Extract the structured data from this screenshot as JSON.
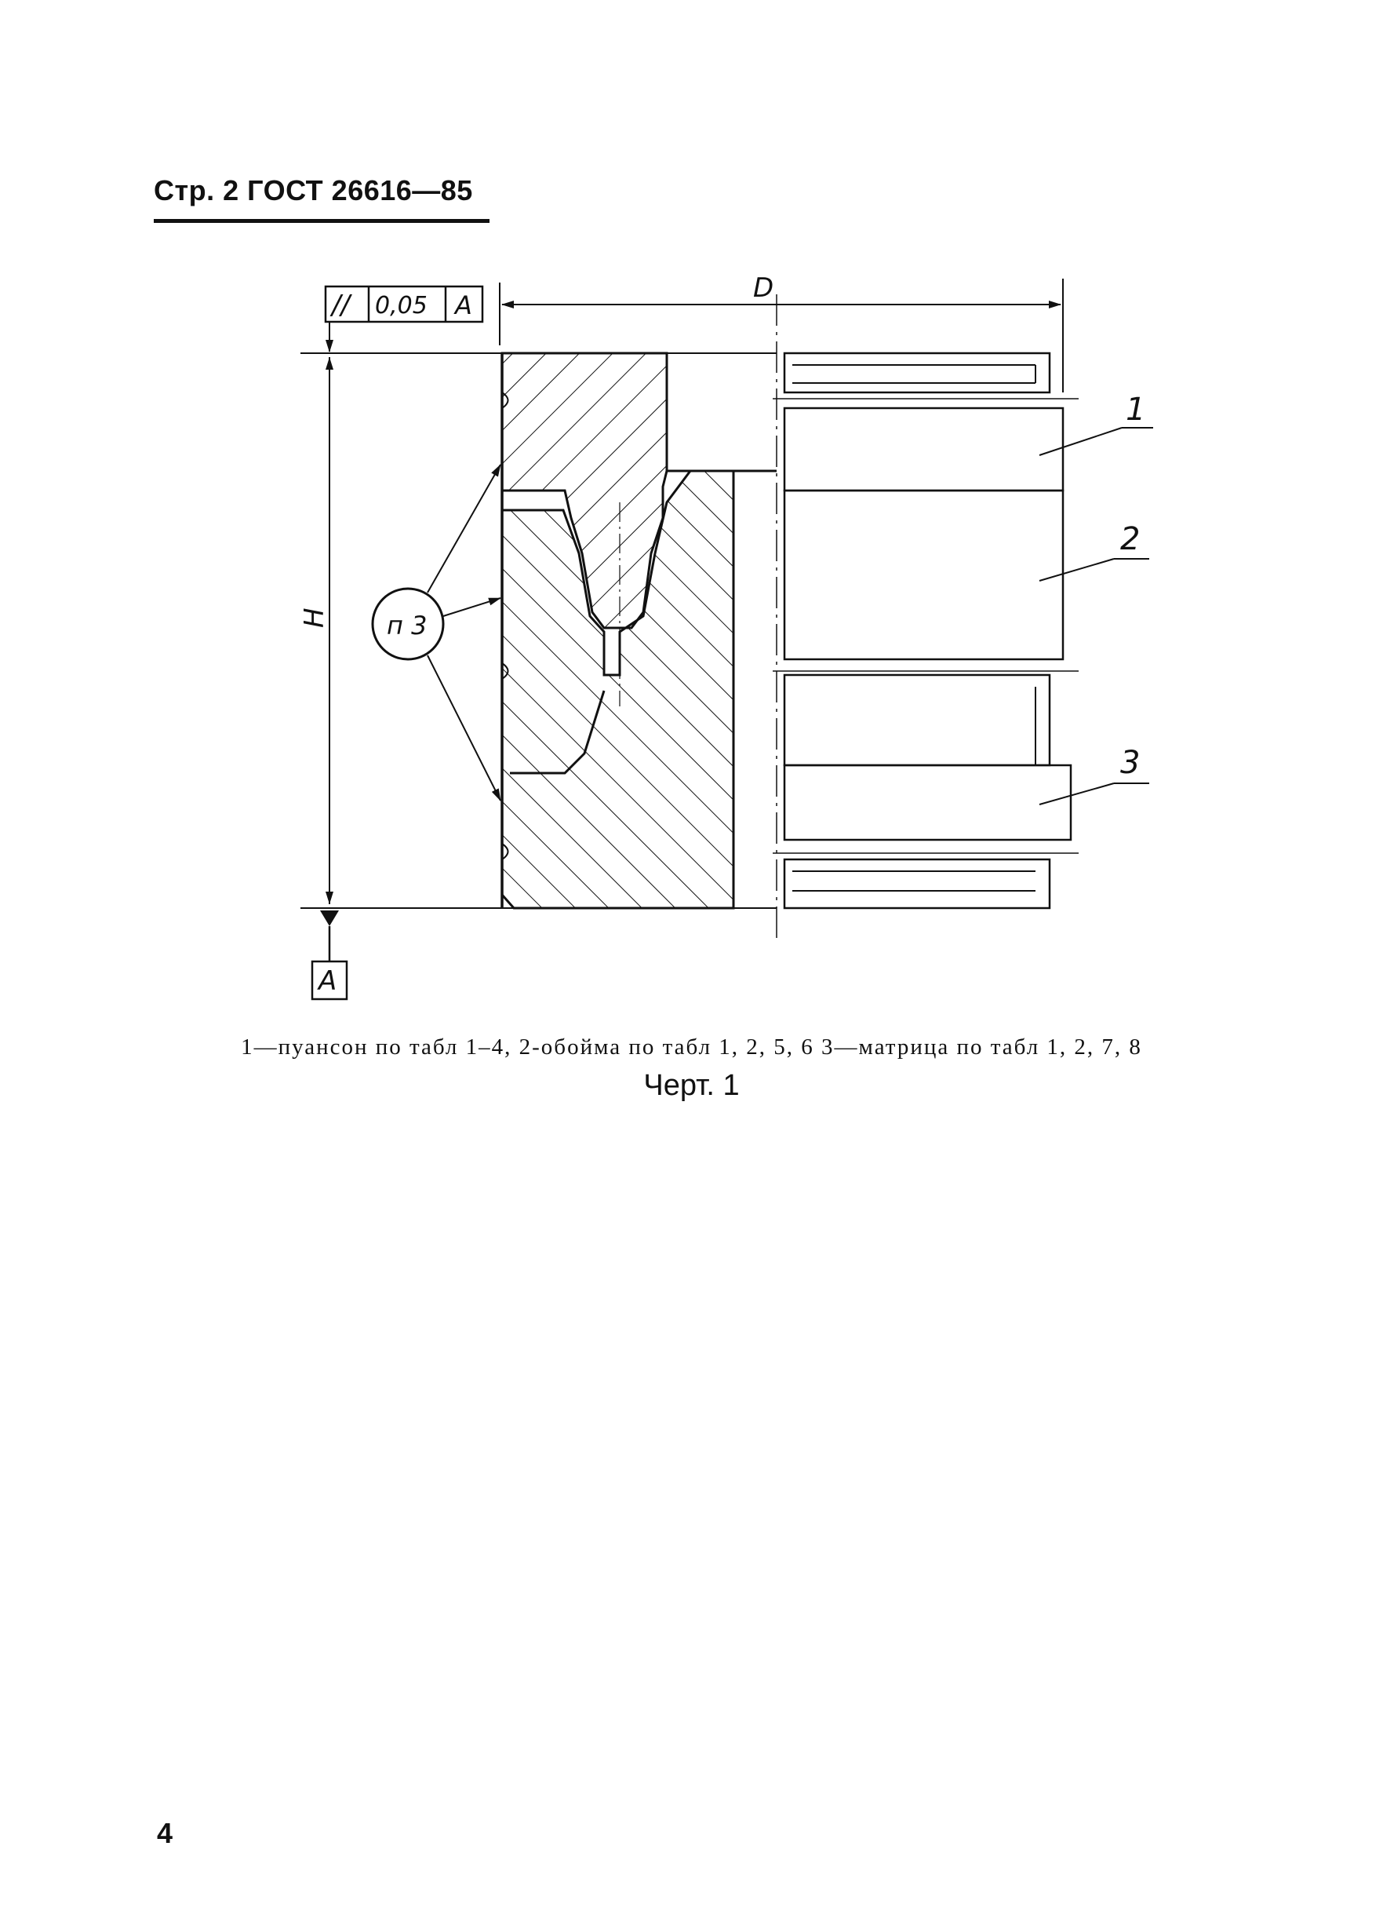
{
  "header": {
    "text": "Стр. 2 ГОСТ 26616—85"
  },
  "drawing": {
    "tolerance_frame": {
      "symbol": "//",
      "value": "0,05",
      "datum": "A"
    },
    "dimension_d": "D",
    "dimension_h": "H",
    "note_callout": "п 3",
    "datum_label": "A",
    "positions": [
      {
        "label": "1"
      },
      {
        "label": "2"
      },
      {
        "label": "3"
      }
    ]
  },
  "caption": {
    "text": "1—пуансон по табл  1–4,  2-обойма  по табл  1,  2,  5,  6  3—матрица по табл  1,  2,  7,  8"
  },
  "figure_title": {
    "text": "Черт. 1"
  },
  "page_number": {
    "text": "4"
  }
}
